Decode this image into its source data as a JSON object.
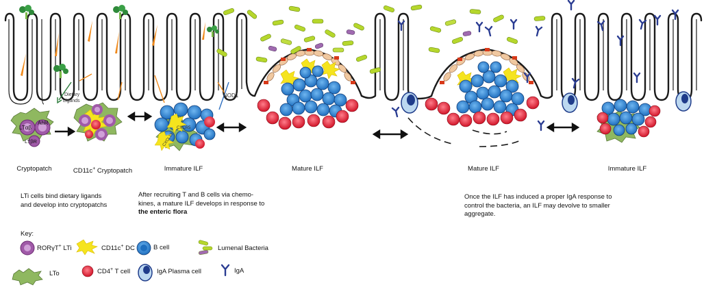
{
  "diagram": {
    "labels": {
      "dietary_ligands_1": "Dietary",
      "dietary_ligands_2": "Ligands",
      "ahr": "AhR",
      "lta": "LTαβ",
      "ltbr": "LTβR",
      "nod1": "NOD1",
      "cxcr5": "CXCR5",
      "cxcl13": "CXCL13"
    },
    "stages": {
      "cryptopatch": "Cryptopatch",
      "cd11c_cryptopatch_pre": "CD11c",
      "cd11c_cryptopatch_sup": "+",
      "cd11c_cryptopatch_post": " Cryptopatch",
      "immature_ilf_1": "Immature ILF",
      "mature_ilf_1": "Mature ILF",
      "mature_ilf_2": "Mature ILF",
      "immature_ilf_2": "Immature ILF"
    },
    "descriptions": {
      "left_1": "LTi cells bind dietary ligands",
      "left_2": "and develop into cryptopatchs",
      "middle_1": "After recruiting T and B cells via chemo-",
      "middle_2": "kines, a mature ILF develops in response to",
      "middle_3": "the enteric flora",
      "right_1": "Once the ILF has induced a proper IgA response to",
      "right_2": "control the bacteria, an ILF may devolve to smaller",
      "right_3": "aggregate."
    }
  },
  "key": {
    "title": "Key:",
    "items": {
      "lti": {
        "pre": "RORγT",
        "sup": "+",
        "post": " LTi"
      },
      "dc": {
        "pre": "CD11c",
        "sup": "+",
        "post": " DC"
      },
      "bcell": {
        "pre": "B cell",
        "sup": "",
        "post": ""
      },
      "bacteria": {
        "pre": "Lumenal Bacteria",
        "sup": "",
        "post": ""
      },
      "lto": {
        "pre": "LTo",
        "sup": "",
        "post": ""
      },
      "tcell": {
        "pre": "CD4",
        "sup": "+",
        "post": " T cell"
      },
      "plasma": {
        "pre": "IgA Plasma cell",
        "sup": "",
        "post": ""
      },
      "iga": {
        "pre": "IgA",
        "sup": "",
        "post": ""
      }
    }
  },
  "colors": {
    "lti": "#a05aa8",
    "dc": "#f2e020",
    "bcell": "#2f86d0",
    "tcell": "#e8283a",
    "lto": "#8fb860",
    "plasma": "#bcd8f0",
    "iga": "#2a3c92",
    "bacteria": "#b6d72c",
    "epithelium": "#1a1a1a",
    "dome": "#f0c8a0"
  }
}
